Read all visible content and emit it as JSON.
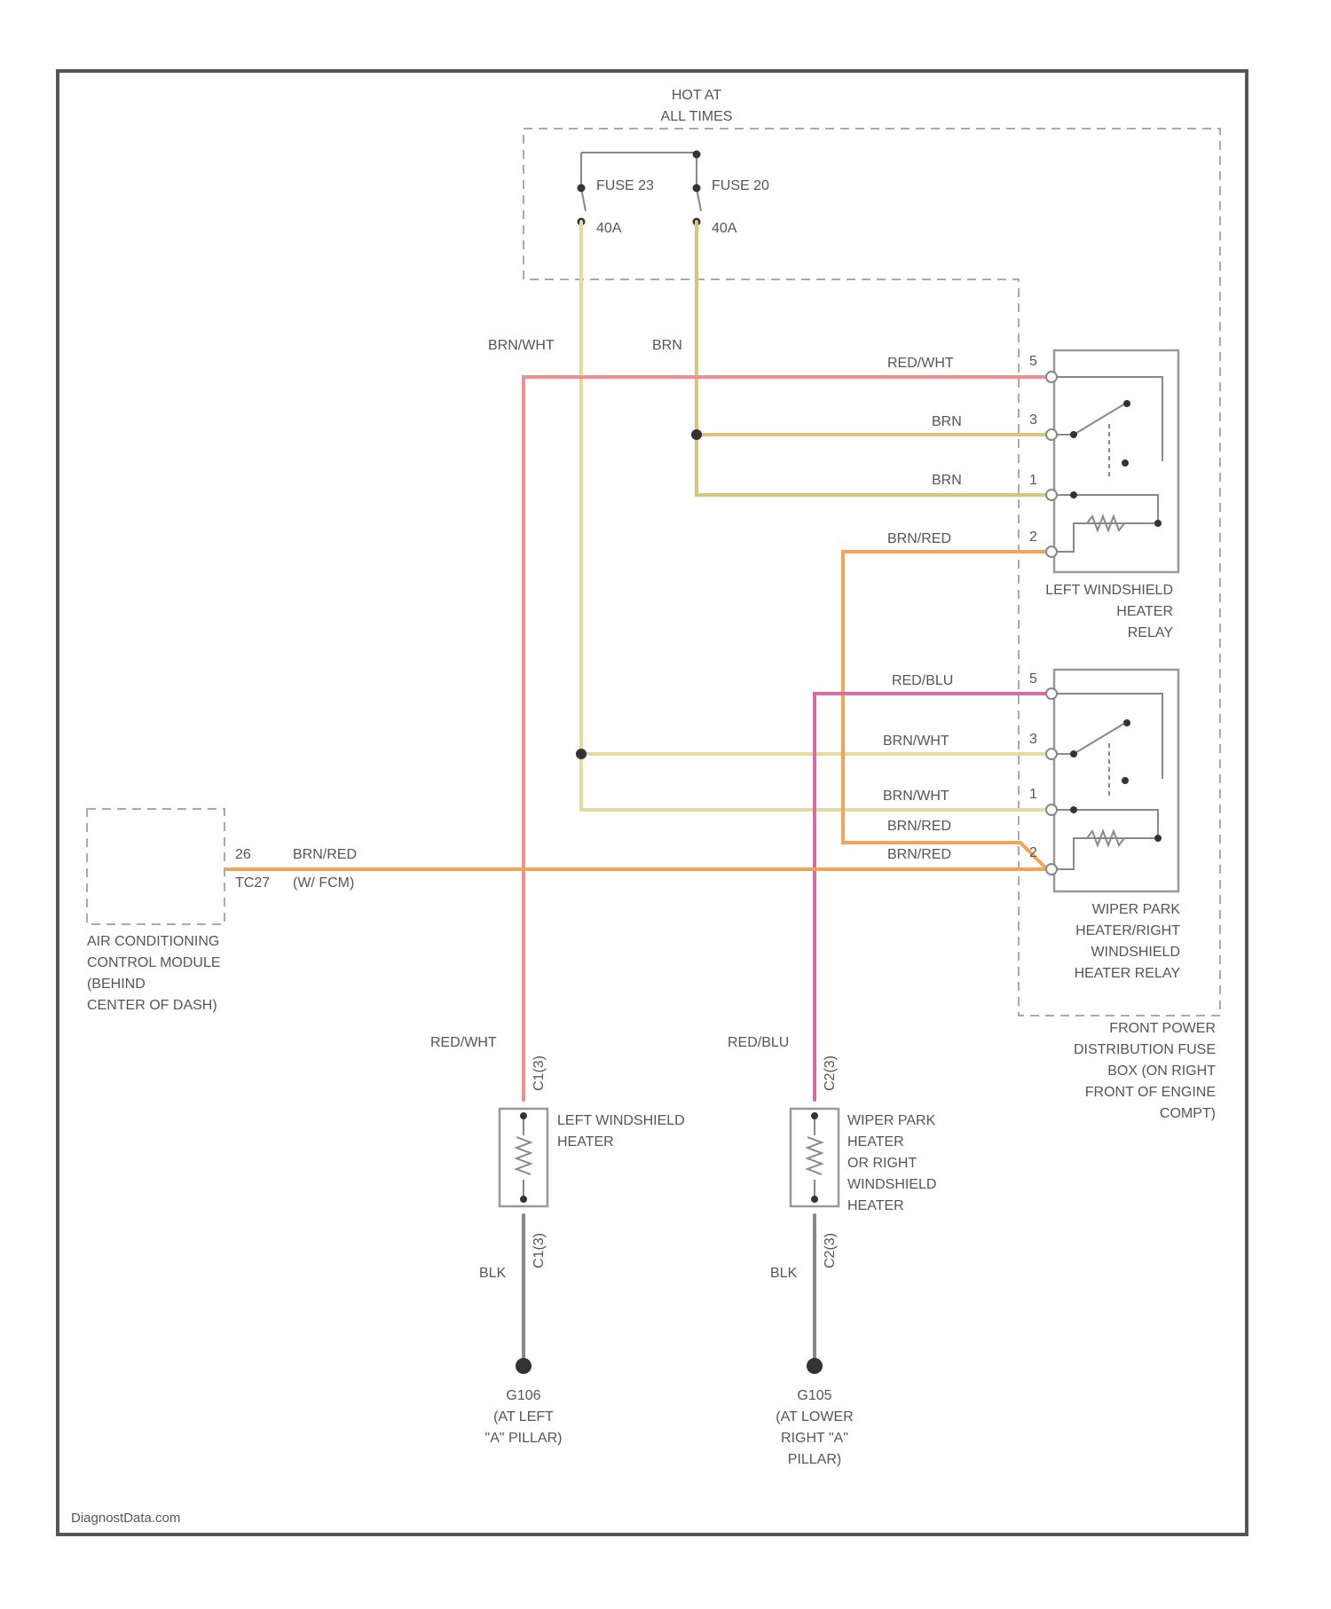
{
  "hot_at_all_times": [
    "HOT AT",
    "ALL TIMES"
  ],
  "fuses": {
    "left": {
      "name": "FUSE 23",
      "rating": "40A"
    },
    "right": {
      "name": "FUSE 20",
      "rating": "40A"
    }
  },
  "wires": {
    "brn_wht": "BRN/WHT",
    "brn": "BRN",
    "red_wht": "RED/WHT",
    "brn_red": "BRN/RED",
    "red_blu": "RED/BLU",
    "blk": "BLK"
  },
  "pins": {
    "p5": "5",
    "p3": "3",
    "p1": "1",
    "p2": "2",
    "p26": "26"
  },
  "connector_tags": {
    "c1": "C1(3)",
    "c2": "C2(3)",
    "c3": "C1(3)",
    "c4": "C2(3)"
  },
  "relay_left": [
    "LEFT WINDSHIELD",
    "HEATER",
    "RELAY"
  ],
  "relay_right": [
    "WIPER PARK",
    "HEATER/RIGHT",
    "WINDSHIELD",
    "HEATER RELAY"
  ],
  "distribution_box": [
    "FRONT POWER",
    "DISTRIBUTION FUSE",
    "BOX (ON RIGHT",
    "FRONT OF ENGINE",
    "COMPT)"
  ],
  "ac_module": {
    "lines": [
      "AIR CONDITIONING",
      "CONTROL MODULE",
      "(BEHIND",
      "CENTER OF DASH)"
    ],
    "connector": "TC27",
    "option": "(W/ FCM)"
  },
  "heater_left": [
    "LEFT WINDSHIELD",
    "HEATER"
  ],
  "heater_right": [
    "WIPER PARK",
    "HEATER",
    "OR RIGHT",
    "WINDSHIELD",
    "HEATER"
  ],
  "ground_left": [
    "G106",
    "(AT LEFT",
    "\"A\" PILLAR)"
  ],
  "ground_right": [
    "G105",
    "(AT LOWER",
    "RIGHT \"A\"",
    "PILLAR)"
  ],
  "watermark": "DiagnostData.com",
  "colors": {
    "brn": "#d8c47a",
    "brn_wht": "#e6db9e",
    "red_wht": "#f08f8f",
    "brn_red": "#f0a55a",
    "red_blu": "#d86aa6",
    "blk": "#888888"
  }
}
